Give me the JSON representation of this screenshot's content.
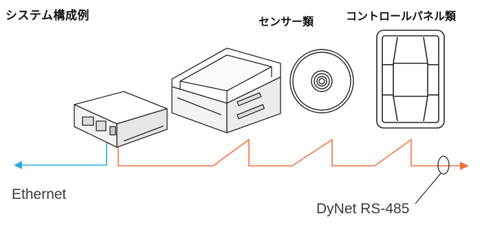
{
  "title": "システム構成例",
  "labels": {
    "sensors": "センサー類",
    "control_panels": "コントロールパネル類",
    "ethernet": "Ethernet",
    "dynet": "DyNet RS-485"
  },
  "colors": {
    "ethernet_line": "#2aa7df",
    "dynet_line": "#f26f3b",
    "outline": "#222222"
  }
}
